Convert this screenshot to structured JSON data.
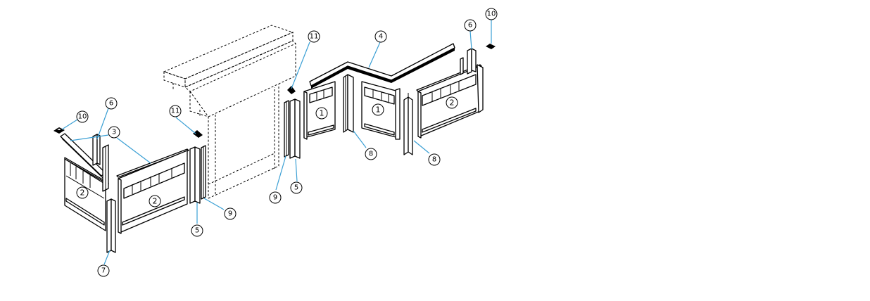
{
  "diagram": {
    "callouts": [
      {
        "id": "c10a",
        "number": "10"
      },
      {
        "id": "c6a",
        "number": "6"
      },
      {
        "id": "c3",
        "number": "3"
      },
      {
        "id": "c11a",
        "number": "11"
      },
      {
        "id": "c7",
        "number": "7"
      },
      {
        "id": "c5a",
        "number": "5"
      },
      {
        "id": "c9a",
        "number": "9"
      },
      {
        "id": "c11b",
        "number": "11"
      },
      {
        "id": "c4",
        "number": "4"
      },
      {
        "id": "c9b",
        "number": "9"
      },
      {
        "id": "c5b",
        "number": "5"
      },
      {
        "id": "c8a",
        "number": "8"
      },
      {
        "id": "c8b",
        "number": "8"
      },
      {
        "id": "c6b",
        "number": "6"
      },
      {
        "id": "c10b",
        "number": "10"
      }
    ],
    "panel_labels": [
      {
        "id": "p2a",
        "number": "2"
      },
      {
        "id": "p2b",
        "number": "2"
      },
      {
        "id": "p1a",
        "number": "1"
      },
      {
        "id": "p1b",
        "number": "1"
      },
      {
        "id": "p2c",
        "number": "2"
      }
    ]
  },
  "colors": {
    "leader": "#3a9fd4",
    "line": "#000000",
    "background": "#ffffff"
  }
}
